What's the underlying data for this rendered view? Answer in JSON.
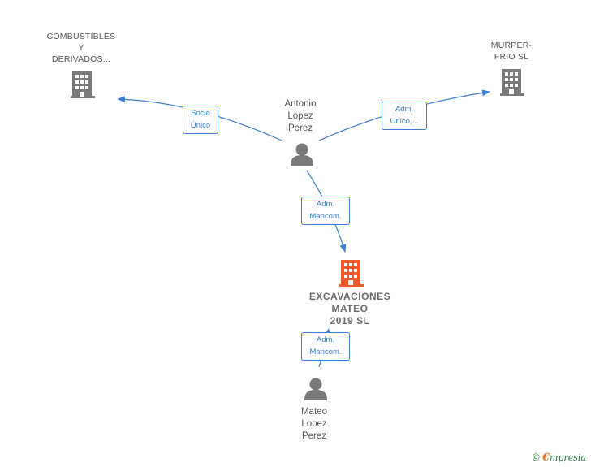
{
  "nodes": {
    "combustibles": {
      "lines": [
        "COMBUSTIBLES",
        "Y",
        "DERIVADOS..."
      ]
    },
    "murper": {
      "lines": [
        "MURPER-",
        "FRIO  SL"
      ]
    },
    "antonio": {
      "lines": [
        "Antonio",
        "Lopez",
        "Perez"
      ]
    },
    "excavaciones": {
      "lines": [
        "EXCAVACIONES",
        "MATEO",
        "2019  SL"
      ]
    },
    "mateo": {
      "lines": [
        "Mateo",
        "Lopez",
        "Perez"
      ]
    }
  },
  "edges": {
    "socio": {
      "lines": [
        "Socio",
        "Único"
      ]
    },
    "adm_unico": {
      "lines": [
        "Adm.",
        "Unico,..."
      ]
    },
    "adm_mancom_1": {
      "lines": [
        "Adm.",
        "Mancom."
      ]
    },
    "adm_mancom_2": {
      "lines": [
        "Adm.",
        "Mancom."
      ]
    }
  },
  "colors": {
    "edge": "#3b7dd8",
    "company_icon": "#7a7a7a",
    "focus_icon": "#f05a28",
    "person_icon": "#7a7a7a"
  },
  "footer": {
    "copyright": "©",
    "brand_first": "€",
    "brand_rest": "mpresia"
  }
}
